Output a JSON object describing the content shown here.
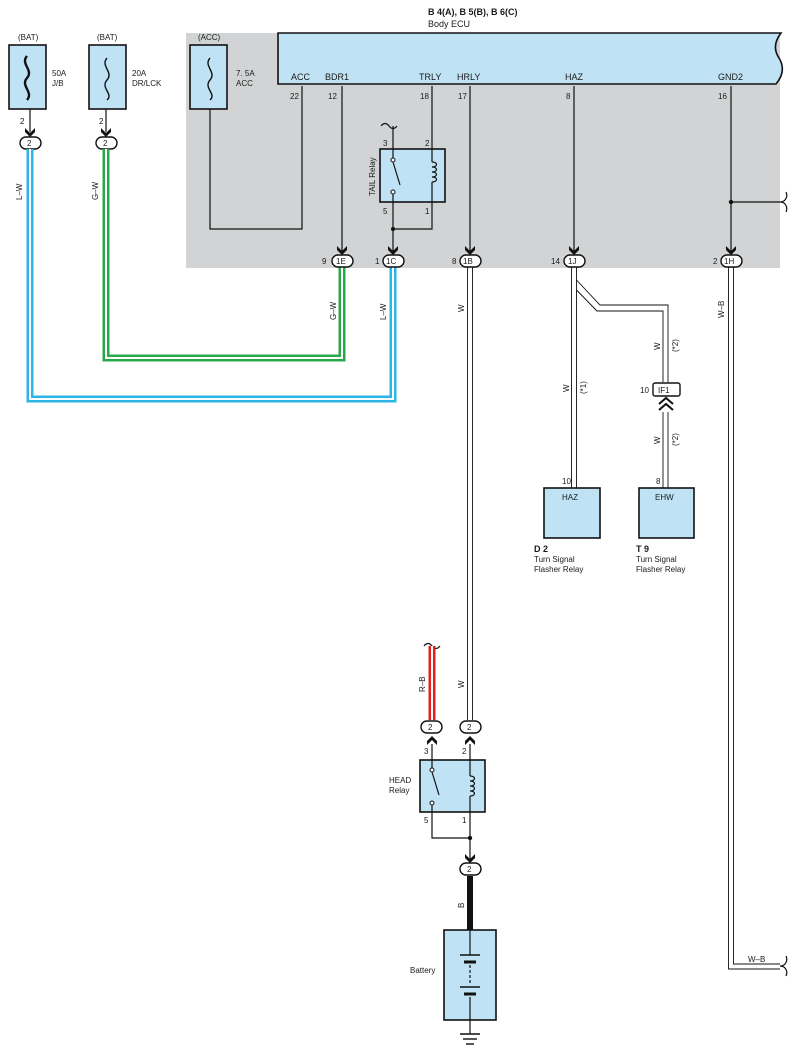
{
  "ecu": {
    "codes": "B 4(A), B 5(B), B 6(C)",
    "name": "Body ECU",
    "pins": [
      {
        "label": "ACC",
        "num": "22"
      },
      {
        "label": "BDR1",
        "num": "12"
      },
      {
        "label": "TRLY",
        "num": "18"
      },
      {
        "label": "HRLY",
        "num": "17"
      },
      {
        "label": "HAZ",
        "num": "8"
      },
      {
        "label": "GND2",
        "num": "16"
      }
    ]
  },
  "fuses": [
    {
      "source": "(BAT)",
      "rating": "50A",
      "name": "J/B",
      "pin": "2",
      "connector": "2"
    },
    {
      "source": "(BAT)",
      "rating": "20A",
      "name": "DR/LCK",
      "pin": "2",
      "connector": "2"
    },
    {
      "source": "(ACC)",
      "rating": "7. 5A",
      "name": "ACC"
    }
  ],
  "tail_relay": {
    "label": "TAIL Relay",
    "pins": [
      "3",
      "2",
      "5",
      "1"
    ]
  },
  "head_relay": {
    "label_line1": "HEAD",
    "label_line2": "Relay",
    "pins": [
      "3",
      "2",
      "5",
      "1"
    ]
  },
  "connectors": [
    {
      "pin": "9",
      "id": "1E"
    },
    {
      "pin": "1",
      "id": "1C"
    },
    {
      "pin": "8",
      "id": "1B"
    },
    {
      "pin": "14",
      "id": "1J"
    },
    {
      "pin": "2",
      "id": "1H"
    },
    {
      "pin": "10",
      "id": "IF1"
    },
    {
      "id": "2"
    }
  ],
  "wires": {
    "lw": "L–W",
    "gw": "G–W",
    "w": "W",
    "wb": "W–B",
    "rb": "R–B",
    "b": "B",
    "note1": "(*1)",
    "note2": "(*2)"
  },
  "flashers": [
    {
      "code": "D 2",
      "box": "HAZ",
      "pin": "10",
      "line1": "Turn Signal",
      "line2": "Flasher Relay"
    },
    {
      "code": "T 9",
      "box": "EHW",
      "pin": "8",
      "line1": "Turn Signal",
      "line2": "Flasher Relay"
    }
  ],
  "battery": {
    "label": "Battery"
  },
  "colors": {
    "panel": "#d1d3d4",
    "box_fill": "#bfe3f5",
    "lw_wire": "#2bb5e8",
    "gw_wire": "#2aa84a",
    "rb_wire": "#e2231a",
    "b_wire": "#111111"
  }
}
